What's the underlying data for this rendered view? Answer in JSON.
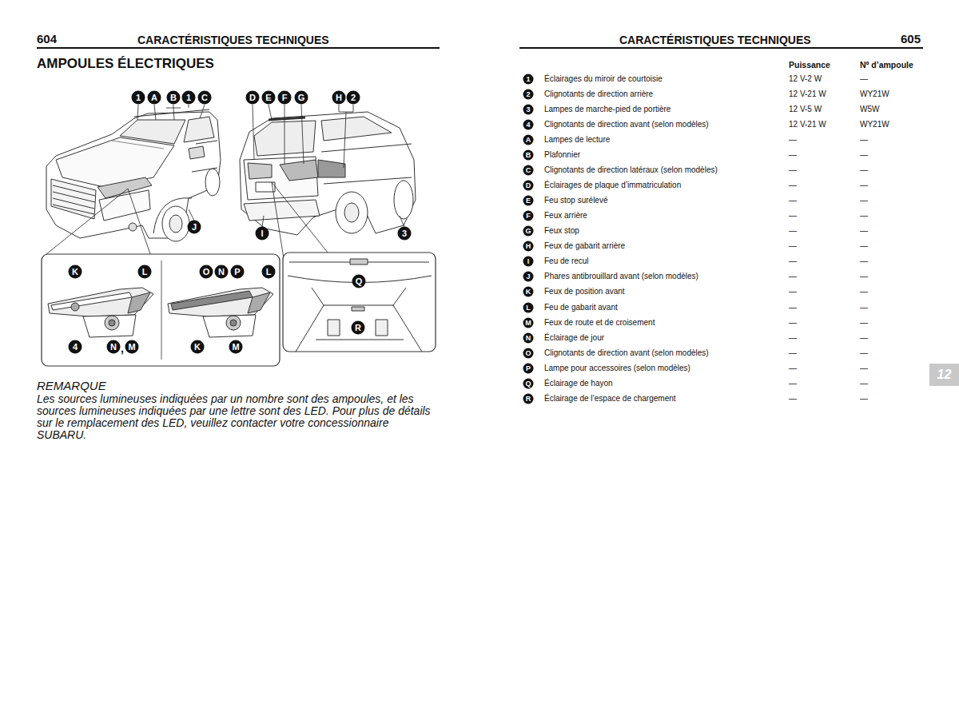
{
  "diagram": {
    "title": "AMPOULES ÉLECTRIQUES",
    "nodes": [
      {
        "text": [
          "12"
        ]
      }
    ],
    "labels": [
      "604",
      "CARACTÉRISTIQUES TECHNIQUES",
      "605",
      "CARACTÉRISTIQUES TECHNIQUES",
      "1",
      "A",
      "B",
      "1",
      "C",
      "D",
      "E",
      "F",
      "G",
      "H",
      "2",
      "J",
      "I",
      "3",
      "K",
      "L",
      "4",
      "N",
      ",",
      "M",
      "O",
      "N",
      "P",
      "L",
      "K",
      "M",
      "Q",
      "R",
      "REMARQUE",
      "Les sources lumineuses indiquées par un nombre sont des ampoules, et les sources lumineuses indiquées par une lettre sont des LED. Pour plus de détails sur le remplacement des LED, veuillez contacter votre concessionnaire SUBARU.",
      "Puissance",
      "Nº d’ampoule",
      "1",
      "Éclairages du miroir de courtoisie",
      "12 V-2 W",
      "—",
      "2",
      "Clignotants de direction arrière",
      "12 V-21 W",
      "WY21W",
      "3",
      "Lampes de marche-pied de portière",
      "12 V-5 W",
      "W5W",
      "4",
      "Clignotants de direction avant (selon modèles)",
      "12 V-21 W",
      "WY21W",
      "A",
      "Lampes de lecture",
      "—",
      "—",
      "B",
      "Plafonnier",
      "—",
      "—",
      "C",
      "Clignotants de direction latéraux (selon modèles)",
      "—",
      "—",
      "D",
      "Éclairages de plaque d’immatriculation",
      "—",
      "—",
      "E",
      "Feu stop surélevé",
      "—",
      "—",
      "F",
      "Feux arrière",
      "—",
      "—",
      "G",
      "Feux stop",
      "—",
      "—",
      "H",
      "Feux de gabarit arrière",
      "—",
      "—",
      "I",
      "Feu de recul",
      "—",
      "—",
      "J",
      "Phares antibrouillard avant (selon modèles)",
      "—",
      "—",
      "K",
      "Feux de position avant",
      "—",
      "—",
      "L",
      "Feu de gabarit avant",
      "—",
      "—",
      "M",
      "Feux de route et de croisement",
      "—",
      "—",
      "N",
      "Éclairage de jour",
      "—",
      "—",
      "O",
      "Clignotants de direction avant (selon modèles)",
      "—",
      "—",
      "P",
      "Lampe pour accessoires (selon modèles)",
      "—",
      "—",
      "Q",
      "Éclairage de hayon",
      "—",
      "—",
      "R",
      "Éclairage de l’espace de chargement",
      "—",
      "—"
    ]
  }
}
